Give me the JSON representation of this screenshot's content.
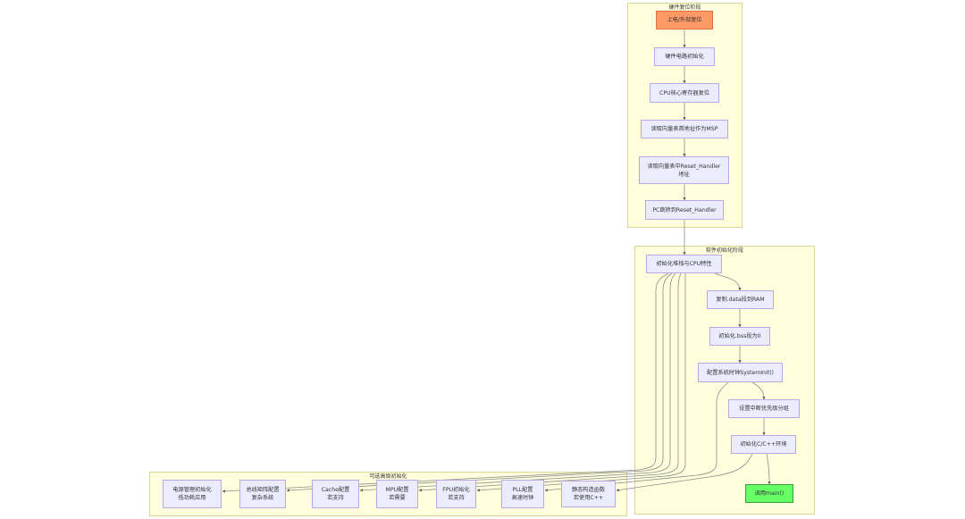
{
  "diagram": {
    "groups": {
      "hardware_reset": {
        "title": "硬件复位阶段"
      },
      "software_init": {
        "title": "软件初始化阶段"
      },
      "optional_advanced": {
        "title": "可选高级初始化"
      }
    },
    "nodes": {
      "power_on": "上电/外部复位",
      "hw_circuit_init": "硬件电路初始化",
      "cpu_reg_reset": "CPU核心寄存器复位",
      "read_msp": "读取向量表首地址作为MSP",
      "read_reset_handler": "读取向量表中Reset_Handler\n地址",
      "pc_jump": "PC跳转到Reset_Handler",
      "init_stack": "初始化堆栈与CPU特性",
      "copy_data": "复制.data段到RAM",
      "init_bss": "初始化.bss段为0",
      "system_init": "配置系统时钟SystemInit()",
      "irq_priority": "设置中断优先级分组",
      "init_cpp_env": "初始化C/C++环境",
      "call_main": "调用main()",
      "power_mgmt": "电源管理初始化\n低功耗应用",
      "bus_matrix": "总线矩阵配置\n复杂系统",
      "cache_config": "Cache配置\n若支持",
      "mpu_config": "MPU配置\n若需要",
      "fpu_init": "FPU初始化\n若支持",
      "pll_config": "PLL配置\n高速时钟",
      "static_ctors": "静态构造函数\n若使用C++"
    },
    "edges": [
      {
        "from": "power_on",
        "to": "hw_circuit_init"
      },
      {
        "from": "hw_circuit_init",
        "to": "cpu_reg_reset"
      },
      {
        "from": "cpu_reg_reset",
        "to": "read_msp"
      },
      {
        "from": "read_msp",
        "to": "read_reset_handler"
      },
      {
        "from": "read_reset_handler",
        "to": "pc_jump"
      },
      {
        "from": "pc_jump",
        "to": "init_stack"
      },
      {
        "from": "init_stack",
        "to": "copy_data"
      },
      {
        "from": "copy_data",
        "to": "init_bss"
      },
      {
        "from": "init_bss",
        "to": "system_init"
      },
      {
        "from": "system_init",
        "to": "irq_priority"
      },
      {
        "from": "irq_priority",
        "to": "init_cpp_env"
      },
      {
        "from": "init_cpp_env",
        "to": "call_main"
      },
      {
        "from": "init_stack",
        "to": "power_mgmt"
      },
      {
        "from": "init_stack",
        "to": "bus_matrix"
      },
      {
        "from": "init_stack",
        "to": "cache_config"
      },
      {
        "from": "init_stack",
        "to": "mpu_config"
      },
      {
        "from": "init_stack",
        "to": "fpu_init"
      },
      {
        "from": "system_init",
        "to": "pll_config"
      },
      {
        "from": "init_cpp_env",
        "to": "static_ctors"
      }
    ]
  },
  "colors": {
    "group_fill": "#ffffde",
    "node_fill": "#ececff",
    "node_border": "#b9a7e6",
    "start_node_fill": "#ff9966",
    "end_node_fill": "#66ff66",
    "edge": "#8c8c8c"
  }
}
